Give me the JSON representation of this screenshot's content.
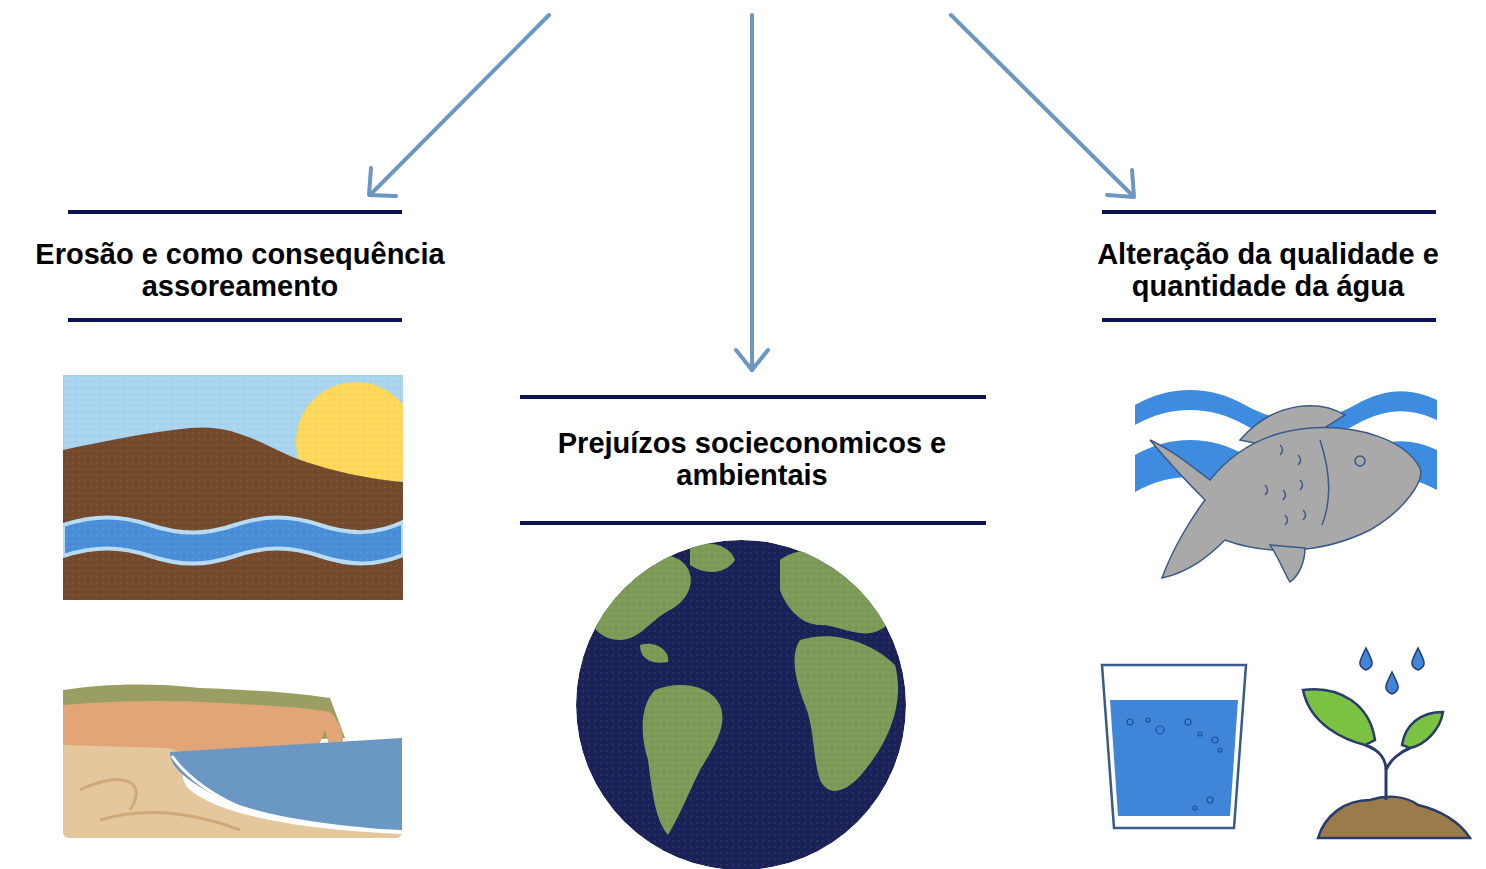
{
  "diagram": {
    "nodes": [
      {
        "text": [
          "Erosão e como consequência assoreamento"
        ]
      },
      {
        "text": [
          "Prejuízos socieconomicos e ambientais"
        ]
      },
      {
        "text": [
          "Alteração da qualidade e quantidade da água"
        ]
      }
    ]
  }
}
